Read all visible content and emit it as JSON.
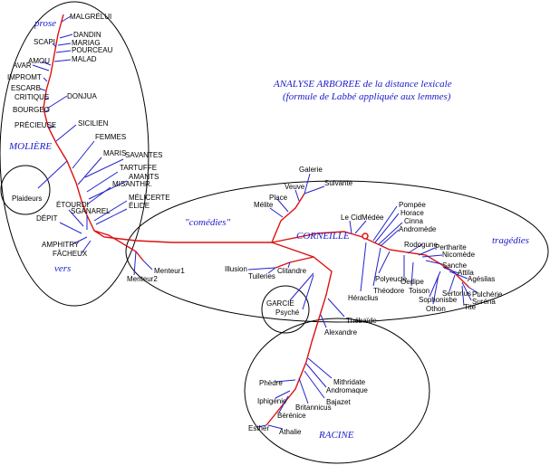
{
  "diagram": {
    "title_line1": "ANALYSE ARBOREE de la distance lexicale",
    "title_line2": "(formule de Labbé appliquée aux lemmes)",
    "group_labels": {
      "prose": "prose",
      "moliere": "MOLIÈRE",
      "vers": "vers",
      "comedies": "\"comédies\"",
      "corneille": "CORNEILLE",
      "tragedies": "tragédies",
      "racine": "RACINE"
    },
    "leaves": {
      "malgrelui": "MALGRÉLUI",
      "dandin": "DANDIN",
      "scapi": "SCAPI",
      "mariag": "MARIAG",
      "pourceau": "POURCEAU",
      "amou": "AMOU",
      "malad": "MALAD",
      "avar": "AVAR",
      "impromt": "IMPROMT",
      "escarb": "ESCARB",
      "critique": "CRITIQUE",
      "donjua": "DONJUA",
      "bourgeo": "BOURGEO",
      "precieuse": "PRÉCIEUSE",
      "sicilien": "SICILIEN",
      "femmes": "FEMMES",
      "savantes": "SAVANTES",
      "maris": "MARIS",
      "tartuffe": "TARTUFFE",
      "amants": "AMANTS",
      "misanthr": "MISANTHR.",
      "melicerte": "MÉLICERTE",
      "elide": "ÉLIDE",
      "etourdi": "ÉTOURDI",
      "sganarel": "SGANAREL",
      "depit": "DÉPIT",
      "amphitry": "AMPHITRY",
      "facheux": "FÂCHEUX",
      "plaideurs": "Plaideurs",
      "galerie": "Galerie",
      "veuve": "Veuve",
      "suivante": "Suivante",
      "place": "Place",
      "melite": "Mélite",
      "lecid": "Le Cid",
      "medee": "Médée",
      "pompee": "Pompée",
      "horace": "Horace",
      "cinna": "Cinna",
      "andromede": "Andromède",
      "rodogune": "Rodogune",
      "pertharite": "Pertharite",
      "nicomede": "Nicomède",
      "sanche": "Sanche",
      "attila": "Attila",
      "agesilas": "Agésilas",
      "menteur1": "Menteur1",
      "menteur2": "Menteur2",
      "illusion": "Illusion",
      "tuileries": "Tuileries",
      "clitandre": "Clitandre",
      "polyeucte": "Polyeucte",
      "oedipe": "Oedipe",
      "theodore": "Théodore",
      "toison": "Toison",
      "sertorius": "Sertorius",
      "pulcherie": "Pulchérie",
      "sophonisbe": "Sophonisbe",
      "surena": "Suréna",
      "othon": "Othon",
      "tite": "Tite",
      "heraclius": "Héraclius",
      "garcie": "GARCIE",
      "psyche": "Psyché",
      "thebaide": "Thébaïde",
      "alexandre": "Alexandre",
      "mithridate": "Mithridate",
      "andromaque": "Andromaque",
      "bajazet": "Bajazet",
      "phedre": "Phèdre",
      "britannicus": "Britannicus",
      "iphigenie": "Iphigénie",
      "berenice": "Bérénice",
      "esther": "Esther",
      "athalie": "Athalie"
    },
    "colors": {
      "internal_branch": "#dd1111",
      "leaf_branch": "#2222cc",
      "group_label": "#1a1acc",
      "outline": "#000000"
    }
  }
}
